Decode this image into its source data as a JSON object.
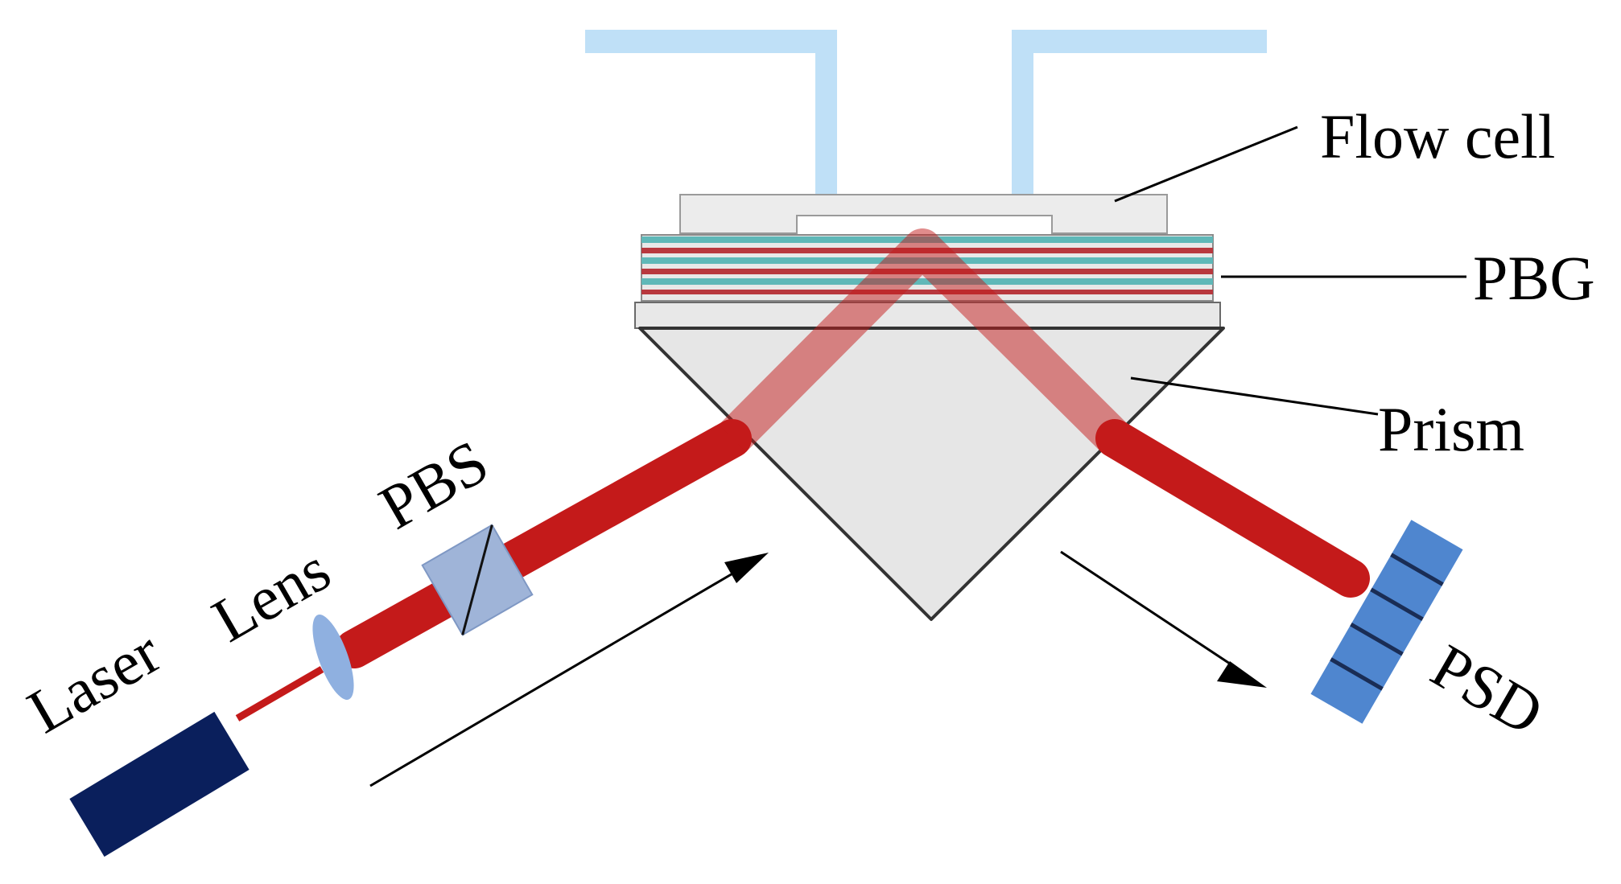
{
  "labels": {
    "flow_cell": "Flow cell",
    "pbg": "PBG",
    "prism": "Prism",
    "pbs": "PBS",
    "lens": "Lens",
    "laser": "Laser",
    "psd": "PSD"
  },
  "colors": {
    "beam": "#c41a1a",
    "tube": "#bfe0f7",
    "teal_layer": "#5fb8b8",
    "red_layer": "#b8383e",
    "prism_fill": "#e6e6e6",
    "flow_cell_fill": "#ececec",
    "laser_body": "#0a1f5c",
    "lens": "#8fb0e0",
    "pbs": "#9fb4d8",
    "psd": "#4f86cf"
  }
}
